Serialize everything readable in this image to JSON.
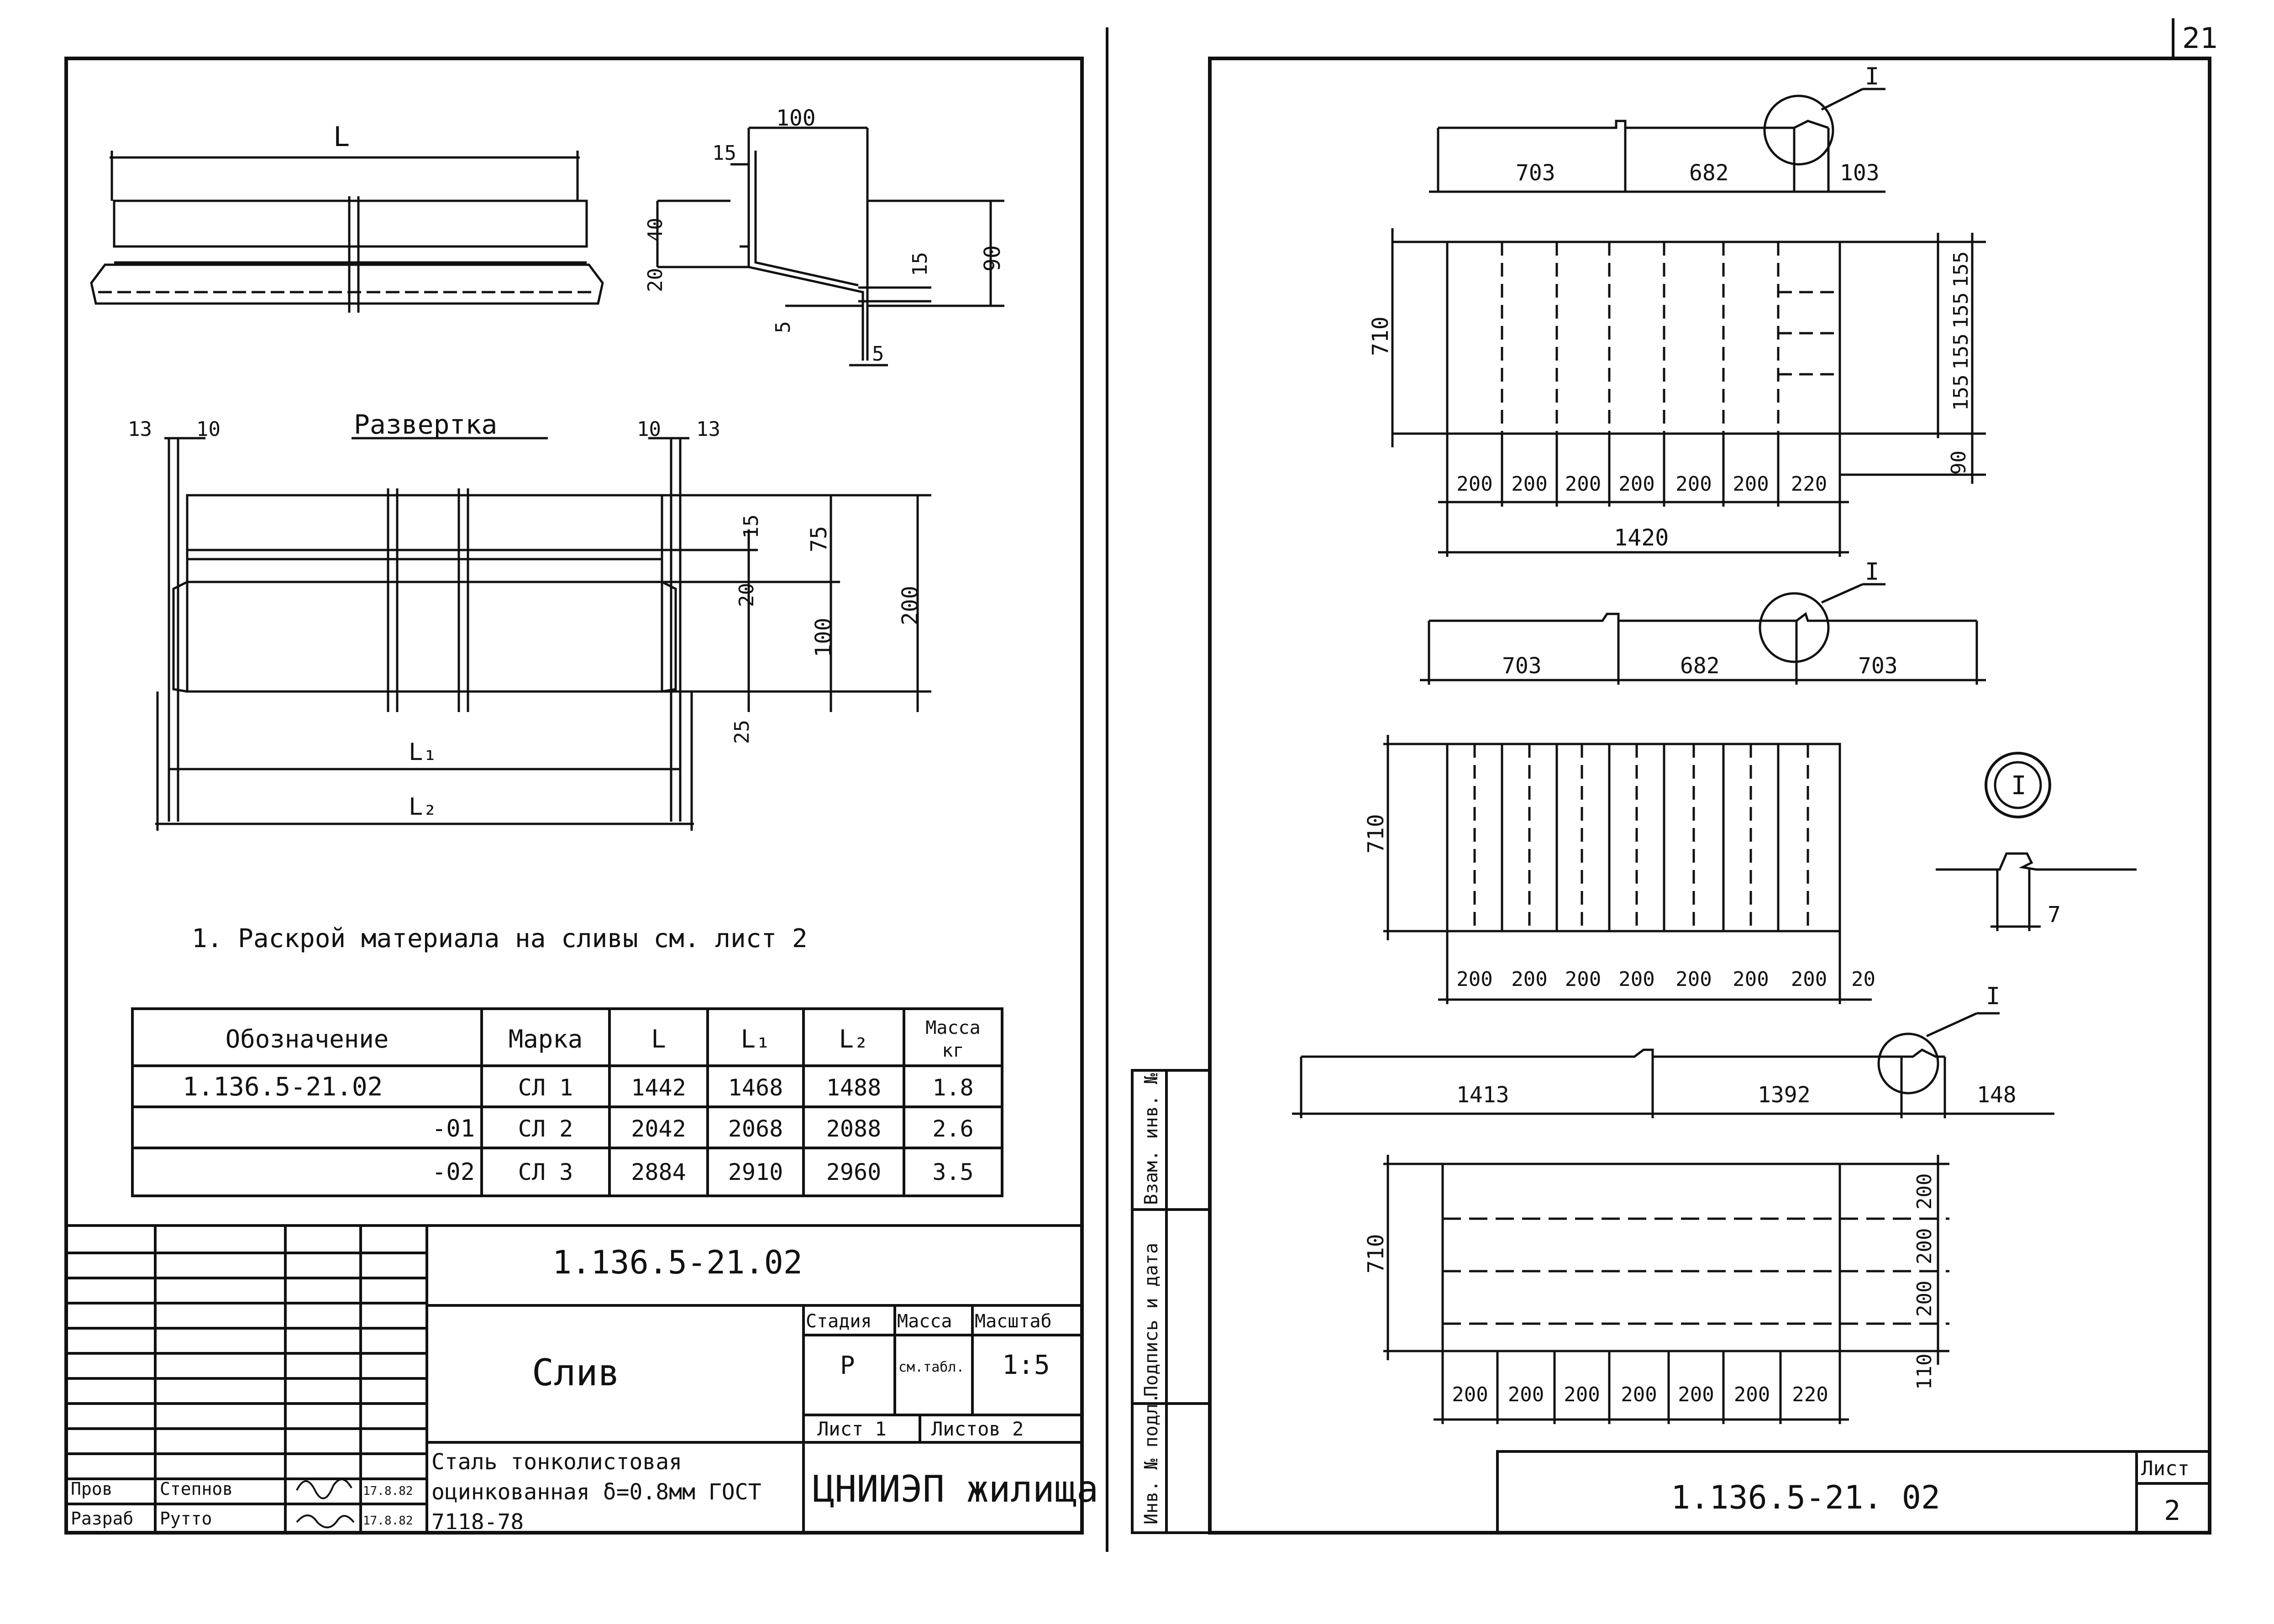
{
  "page_number": "21",
  "left_sheet": {
    "profile": {
      "length_label": "L",
      "dims": {
        "top_width": "100",
        "flange": "15",
        "height_40": "40",
        "height_20": "20",
        "drop_15": "15",
        "total_90": "90",
        "tip_5": "5",
        "tip_width_5": "5"
      }
    },
    "development": {
      "title": "Развертка",
      "edge_dims_left": [
        "13",
        "10"
      ],
      "edge_dims_right": [
        "10",
        "13"
      ],
      "side_dims": {
        "d15": "15",
        "d75": "75",
        "d20": "20",
        "d100": "100",
        "d25": "25",
        "d200": "200"
      },
      "l1_label": "L₁",
      "l2_label": "L₂"
    },
    "note": "1. Раскрой материала на сливы см. лист 2",
    "table": {
      "headers": [
        "Обозначение",
        "Марка",
        "L",
        "L₁",
        "L₂",
        "Масса кг"
      ],
      "rows": [
        [
          "1.136.5-21.02",
          "СЛ 1",
          "1442",
          "1468",
          "1488",
          "1.8"
        ],
        [
          "-01",
          "СЛ 2",
          "2042",
          "2068",
          "2088",
          "2.6"
        ],
        [
          "-02",
          "СЛ 3",
          "2884",
          "2910",
          "2960",
          "3.5"
        ]
      ]
    },
    "title_block": {
      "code": "1.136.5-21.02",
      "name": "Слив",
      "stage_label": "Стадия",
      "mass_label": "Масса",
      "scale_label": "Масштаб",
      "stage": "Р",
      "mass": "см.табл.",
      "scale": "1:5",
      "sheet_label": "Лист 1",
      "sheets_label": "Листов 2",
      "material": "Сталь тонколистовая оцинкованная δ=0.8мм ГОСТ 7118-78",
      "org": "ЦНИИЭП жилища",
      "roles": [
        {
          "role": "Пров",
          "name": "Степнов",
          "date": "17.8.82"
        },
        {
          "role": "Разраб",
          "name": "Рутто",
          "date": "17.8.82"
        }
      ]
    }
  },
  "right_sheet": {
    "strip1": {
      "dims": [
        "703",
        "682",
        "103"
      ],
      "callout": "I"
    },
    "sheet1": {
      "height": "710",
      "cols": [
        "200",
        "200",
        "200",
        "200",
        "200",
        "200",
        "220"
      ],
      "total": "1420",
      "rows": [
        "155",
        "155",
        "155",
        "155"
      ],
      "bottom": "90"
    },
    "strip2": {
      "dims": [
        "703",
        "682",
        "703"
      ],
      "callout": "I"
    },
    "sheet2": {
      "height": "710",
      "cols": [
        "200",
        "200",
        "200",
        "200",
        "200",
        "200",
        "200"
      ],
      "tail": "20"
    },
    "detail": {
      "label": "I",
      "dim": "7"
    },
    "strip3": {
      "dims": [
        "1413",
        "1392",
        "148"
      ],
      "callout": "I"
    },
    "sheet3": {
      "height": "710",
      "cols": [
        "200",
        "200",
        "200",
        "200",
        "200",
        "200",
        "220"
      ],
      "rows": [
        "200",
        "200",
        "200"
      ],
      "bottom": "110"
    },
    "side_stamp": [
      "Инв. № подл.",
      "Подпись и дата",
      "Взам. инв. №"
    ],
    "title_block": {
      "code": "1.136.5-21. 02",
      "sheet_label": "Лист",
      "sheet_no": "2"
    }
  }
}
